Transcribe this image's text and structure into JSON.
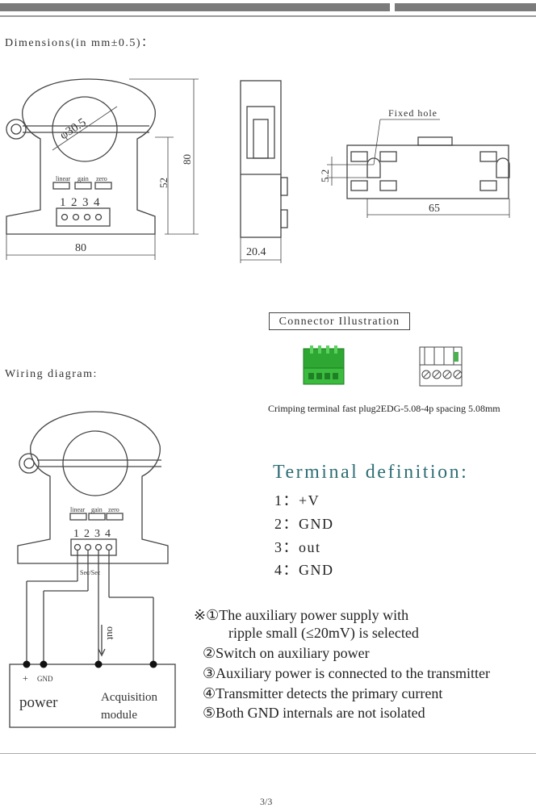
{
  "header": {
    "dimensions_title": "Dimensions(in mm±0.5)：",
    "wiring_title": "Wiring diagram:"
  },
  "drawing_front": {
    "diameter": "φ30.5",
    "height_total": "80",
    "height_body": "52",
    "width": "80",
    "switch_labels": [
      "linear",
      "gain",
      "zero"
    ],
    "pin_numbers": [
      "1",
      "2",
      "3",
      "4"
    ]
  },
  "drawing_side": {
    "depth": "20.4"
  },
  "drawing_bottom": {
    "fixed_hole_label": "Fixed hole",
    "hole_dim": "5.2",
    "hole_spacing": "65"
  },
  "connector": {
    "title": "Connector Illustration",
    "caption": "Crimping terminal fast plug2EDG-5.08-4p spacing 5.08mm"
  },
  "wiring": {
    "switch_labels": [
      "linear",
      "gain",
      "zero"
    ],
    "pin_numbers": [
      "1",
      "2",
      "3",
      "4"
    ],
    "sec_label": "Sec/Sec",
    "out_label": "out",
    "plus_label": "+",
    "gnd_label": "GND",
    "power_label": "power",
    "acq_label_1": "Acquisition",
    "acq_label_2": "module"
  },
  "terminal": {
    "title": "Terminal definition:",
    "items": [
      "1：+V",
      "2：GND",
      "3：out",
      "4：GND"
    ]
  },
  "notes": {
    "n1a": "※①The auxiliary power supply with",
    "n1b": "ripple small (≤20mV) is selected",
    "n2": "②Switch on auxiliary power",
    "n3": "③Auxiliary power is connected to the transmitter",
    "n4": "④Transmitter detects the primary current",
    "n5": "⑤Both GND internals are not isolated"
  },
  "footer": {
    "page": "3/3"
  }
}
